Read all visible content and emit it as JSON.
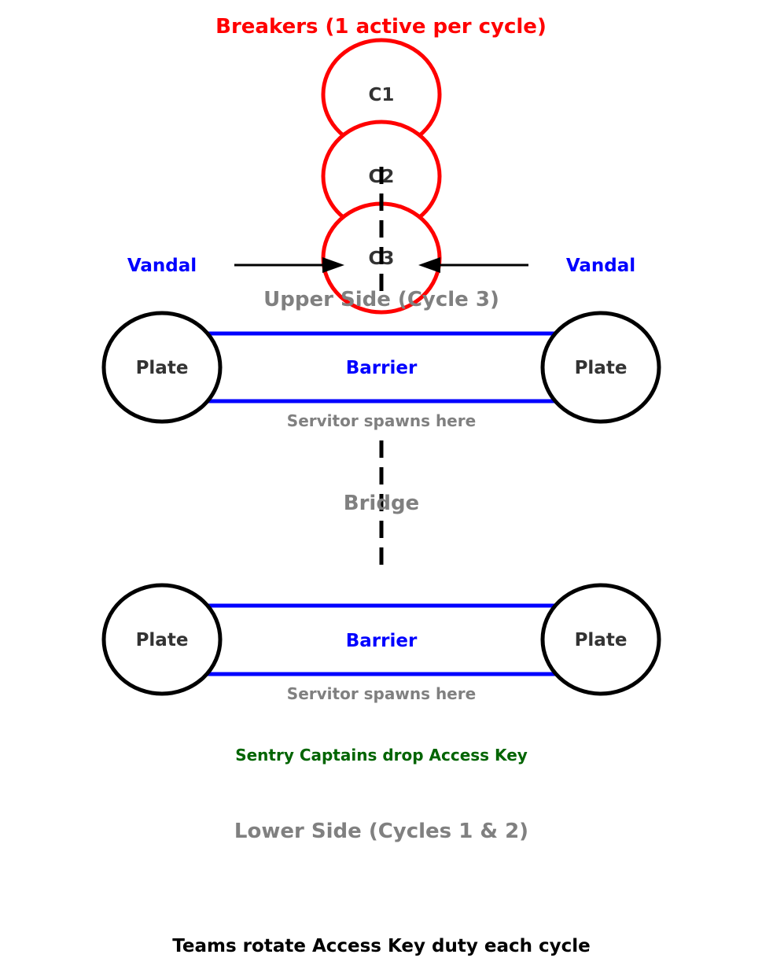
{
  "header": {
    "title": "Breakers (1 active per cycle)",
    "title_color": "#ff0000"
  },
  "breakers": [
    {
      "label": "C1"
    },
    {
      "label": "C2"
    },
    {
      "label": "C3"
    }
  ],
  "vandals": {
    "left": "Vandal",
    "right": "Vandal",
    "color": "#0000ff"
  },
  "upper": {
    "title": "Upper Side (Cycle 3)",
    "plate_left": "Plate",
    "plate_right": "Plate",
    "barrier": "Barrier",
    "servitor": "Servitor spawns here"
  },
  "bridge": {
    "label": "Bridge"
  },
  "lower": {
    "plate_left": "Plate",
    "plate_right": "Plate",
    "barrier": "Barrier",
    "servitor": "Servitor spawns here",
    "sentry_note": "Sentry Captains drop Access Key",
    "title": "Lower Side (Cycles 1 & 2)"
  },
  "footer": {
    "note": "Teams rotate Access Key duty each cycle"
  },
  "colors": {
    "breaker_ring": "#ff0000",
    "barrier": "#0000ff",
    "plate_ring": "#000000",
    "muted_text": "#808080",
    "dark_text": "#333333",
    "green_text": "#006400"
  }
}
